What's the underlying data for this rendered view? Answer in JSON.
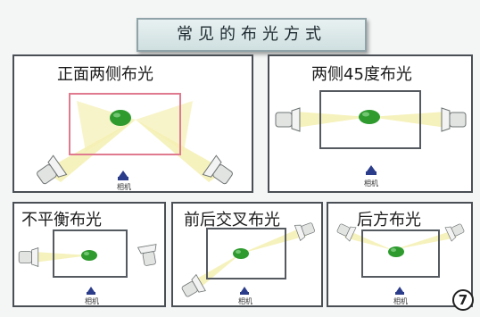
{
  "title": "常见的布光方式",
  "panels": [
    {
      "id": "front-both-sides",
      "label": "正面两侧布光",
      "camera_label": "相机"
    },
    {
      "id": "both-sides-45",
      "label": "两侧45度布光",
      "camera_label": "相机"
    },
    {
      "id": "uneven",
      "label": "不平衡布光",
      "camera_label": "相机"
    },
    {
      "id": "front-back-cross",
      "label": "前后交叉布光",
      "camera_label": "相机"
    },
    {
      "id": "back",
      "label": "后方布光",
      "camera_label": "相机"
    }
  ],
  "page_number": "7",
  "colors": {
    "panel_border": "#4a4f55",
    "frame_red": "#e07a8f",
    "frame_gray": "#555a60",
    "beam": "#f5f0b2",
    "subject": "#2f9b2f",
    "camera": "#2b3c8a",
    "lamp": "#d9dcd9"
  }
}
